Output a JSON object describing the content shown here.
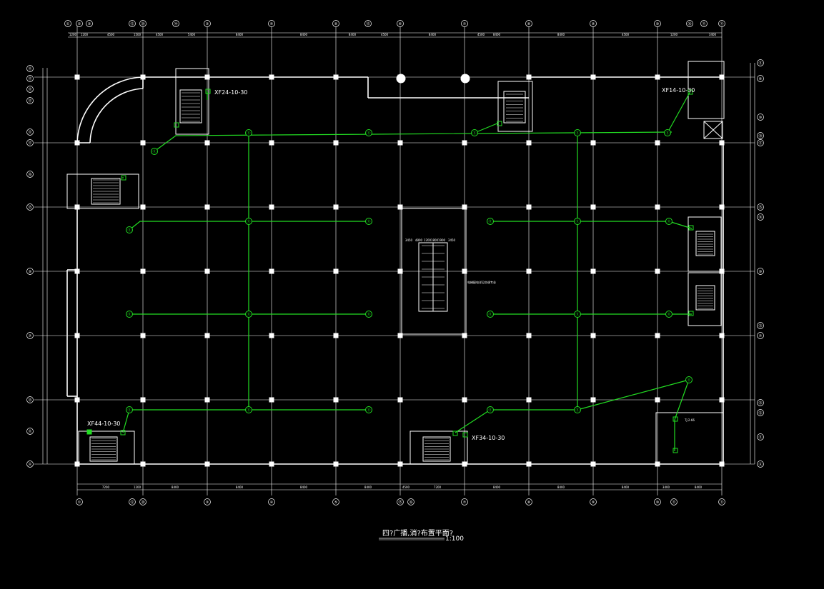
{
  "colors": {
    "background": "#000000",
    "linework": "#ffffff",
    "speaker_circuit": "#22dd22"
  },
  "drawing": {
    "title": "四?广播,消?布置平面?",
    "scale": "1:100"
  },
  "labels": {
    "xf1": "XF14-10-30",
    "xf2": "XF24-10-30",
    "xf3": "XF34-10-30",
    "xf4": "XF44-10-30",
    "toilet_note": "TJ.2-66",
    "escalator_note": "电梯配电详见空调专业"
  },
  "top_axis_labels": [
    "①",
    "②",
    "③",
    "⑫",
    "⑳",
    "⑭",
    "③",
    "④",
    "⑤",
    "⑮",
    "⑥",
    "⑦",
    "⑧",
    "⑨",
    "⑩",
    "⑯",
    "⑪",
    "⑪"
  ],
  "bottom_axis_labels": [
    "①",
    "⑫",
    "⑳",
    "③",
    "④",
    "⑤",
    "⑮",
    "⑯",
    "⑦",
    "⑧",
    "⑨",
    "⑩",
    "⑪",
    "⑪"
  ],
  "left_axis_labels": [
    "⑪",
    "⑰",
    "⑰",
    "⑰",
    "⑰",
    "⑰",
    "⑯",
    "⑮",
    "⑩",
    "⑦",
    "⑬",
    "⑪",
    "Ⓐ"
  ],
  "right_axis_labels": [
    "⑪",
    "⑥",
    "⑩",
    "⑲",
    "⑰",
    "⑮",
    "⑭",
    "⑩",
    "⑬",
    "⑦",
    "⑬",
    "⑫",
    "⑪",
    "Ⓐ"
  ],
  "speaker_mark": "⑪",
  "dims_top": [
    "1200",
    "1200",
    "4500",
    "1500",
    "4500",
    "5400",
    "8400",
    "8400",
    "8400",
    "4500",
    "8400",
    "4500",
    "8400",
    "8400",
    "4500",
    "1200",
    "3400"
  ],
  "dims_bottom": [
    "7200",
    "1200",
    "8400",
    "8400",
    "8400",
    "8400",
    "4500",
    "7200",
    "8400",
    "8400",
    "8400",
    "3400",
    "8400"
  ],
  "escalator_dims": [
    "3450",
    "4800",
    "1200",
    "1800",
    "1900",
    "3450"
  ]
}
